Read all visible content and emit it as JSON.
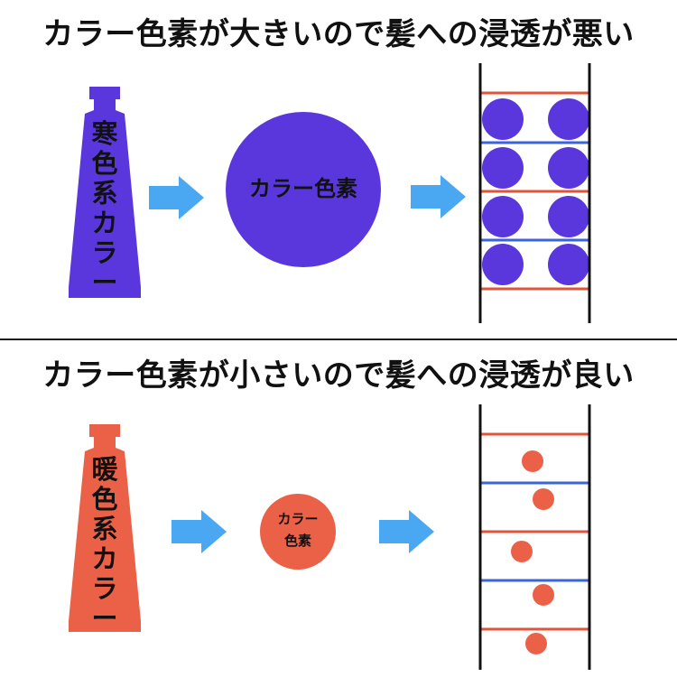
{
  "colors": {
    "cool": "#5a37dc",
    "warm": "#ea6147",
    "arrow": "#4aa7f2",
    "rail": "#111111",
    "rung_red": "#e0553a",
    "rung_blue": "#3b64d8"
  },
  "top": {
    "title": "カラー色素が大きいので髪への浸透が悪い",
    "tube_chars": [
      "寒",
      "色",
      "系",
      "カ",
      "ラ",
      "ー"
    ],
    "circle_label": "カラー色素"
  },
  "bottom": {
    "title": "カラー色素が小さいので髪への浸透が良い",
    "tube_chars": [
      "暖",
      "色",
      "系",
      "カ",
      "ラ",
      "ー"
    ],
    "circle_label_line1": "カラー",
    "circle_label_line2": "色素"
  }
}
